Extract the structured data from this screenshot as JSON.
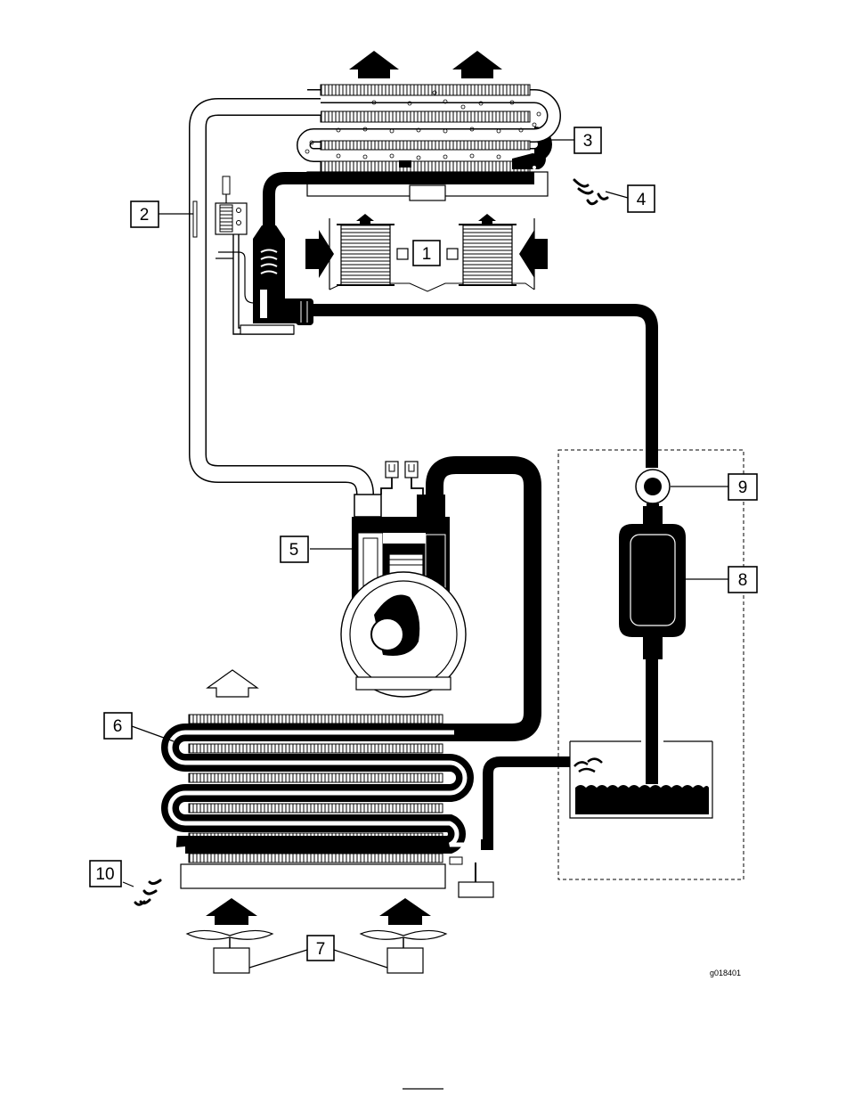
{
  "figure_code": "g018401",
  "callouts": {
    "c1": "1",
    "c2": "2",
    "c3": "3",
    "c4": "4",
    "c5": "5",
    "c6": "6",
    "c7": "7",
    "c8": "8",
    "c9": "9",
    "c10": "10"
  },
  "colors": {
    "line": "#000000",
    "background": "#ffffff"
  }
}
